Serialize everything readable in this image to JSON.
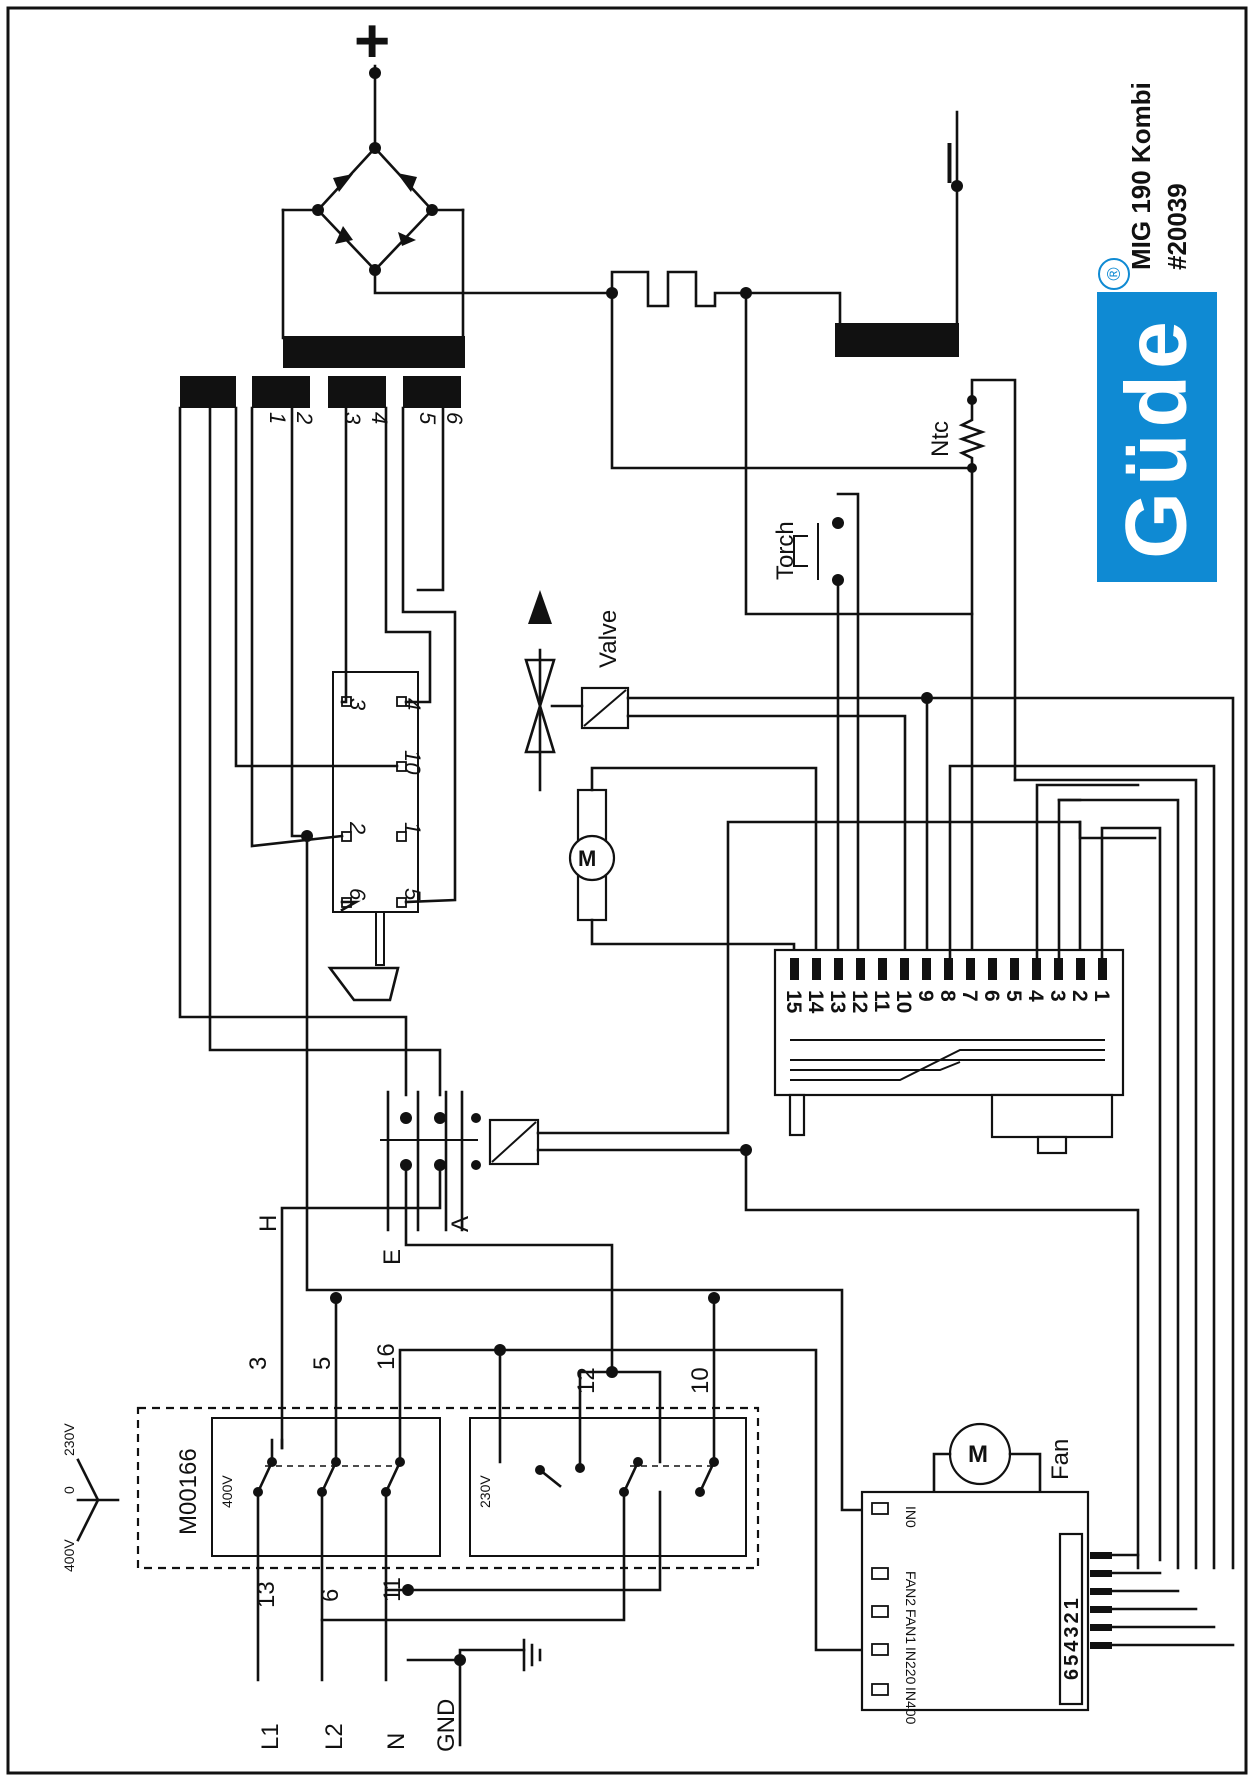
{
  "brand": {
    "logo": "Güde",
    "registered": "®",
    "accent": "#0f8ad3"
  },
  "product": {
    "model": "MIG 190 Kombi",
    "number": "#20039"
  },
  "terminals": {
    "plus": "+",
    "minus": "—"
  },
  "labels": {
    "ntc": "Ntc",
    "torch": "Torch",
    "valve": "Valve",
    "fan": "Fan",
    "h": "H",
    "e": "E",
    "a": "A",
    "l1": "L1",
    "l2": "L2",
    "n": "N",
    "gnd": "GND",
    "switch_id": "M00166",
    "v400": "400V",
    "v0": "0",
    "v230": "230V",
    "box400": "400V",
    "box230": "230V"
  },
  "transformer_taps": [
    "1",
    "2",
    "3",
    "4",
    "5",
    "6"
  ],
  "relay_contacts": [
    "3",
    "4",
    "10",
    "2",
    "1",
    "6",
    "5"
  ],
  "wire_numbers": [
    "3",
    "5",
    "16",
    "12",
    "10",
    "13",
    "6",
    "11"
  ],
  "pcb_pins": [
    "15",
    "14",
    "13",
    "12",
    "11",
    "10",
    "9",
    "8",
    "7",
    "6",
    "5",
    "4",
    "3",
    "2",
    "1"
  ],
  "fan_board": {
    "terminals": [
      "IN0",
      "FAN2",
      "FAN1",
      "IN220",
      "IN400"
    ],
    "connector": "654321"
  }
}
